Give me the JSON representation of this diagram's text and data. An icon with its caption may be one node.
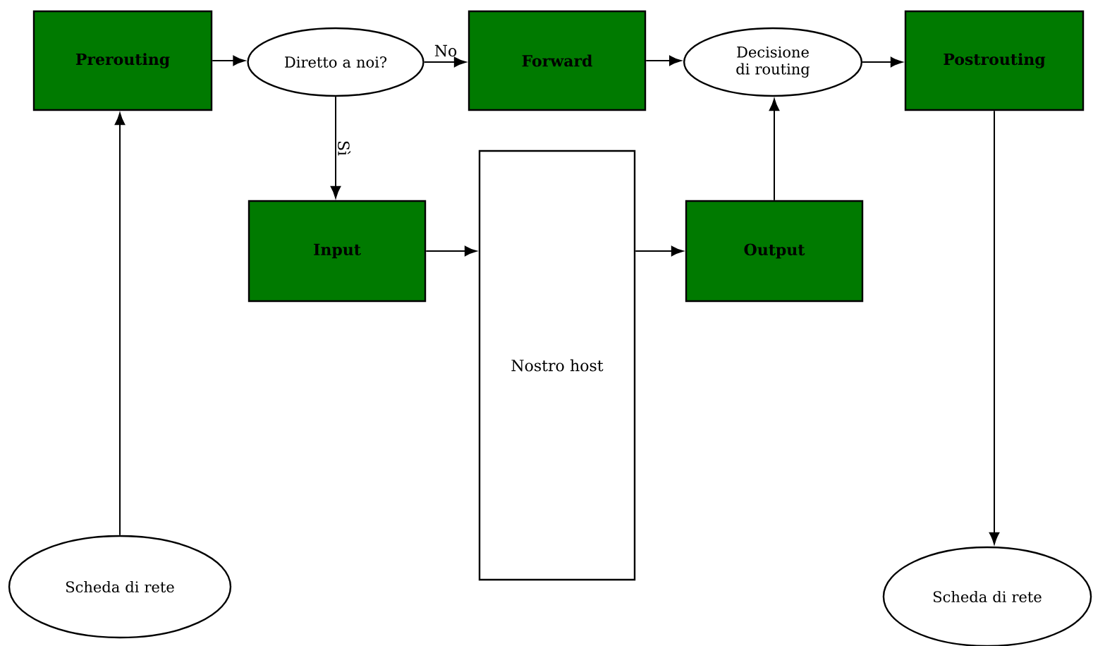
{
  "diagram": {
    "nodes": [
      {
        "text": [
          "Prerouting"
        ]
      },
      {
        "text": [
          "Diretto a noi?"
        ]
      },
      {
        "text": [
          "Forward"
        ]
      },
      {
        "text": [
          "Decisione di routing"
        ]
      },
      {
        "text": [
          "Postrouting"
        ]
      },
      {
        "text": [
          "Input"
        ]
      },
      {
        "text": [
          "Nostro host"
        ]
      },
      {
        "text": [
          "Output"
        ]
      },
      {
        "text": [
          "Scheda di rete"
        ]
      },
      {
        "text": [
          "Scheda di rete"
        ]
      }
    ],
    "edges": [
      {
        "from": 0,
        "to": 1,
        "arrow": "to"
      },
      {
        "from": 1,
        "to": 2,
        "arrow": "to",
        "label": "No"
      },
      {
        "from": 2,
        "to": 3,
        "arrow": "to"
      },
      {
        "from": 3,
        "to": 4,
        "arrow": "to"
      },
      {
        "from": 1,
        "to": 5,
        "arrow": "to",
        "label": "Sì"
      },
      {
        "from": 5,
        "to": 6,
        "arrow": "to"
      },
      {
        "from": 6,
        "to": 7,
        "arrow": "to"
      },
      {
        "from": 7,
        "to": 3,
        "arrow": "to"
      },
      {
        "from": 8,
        "to": 0,
        "arrow": "to"
      },
      {
        "from": 4,
        "to": 9,
        "arrow": "to"
      }
    ]
  }
}
